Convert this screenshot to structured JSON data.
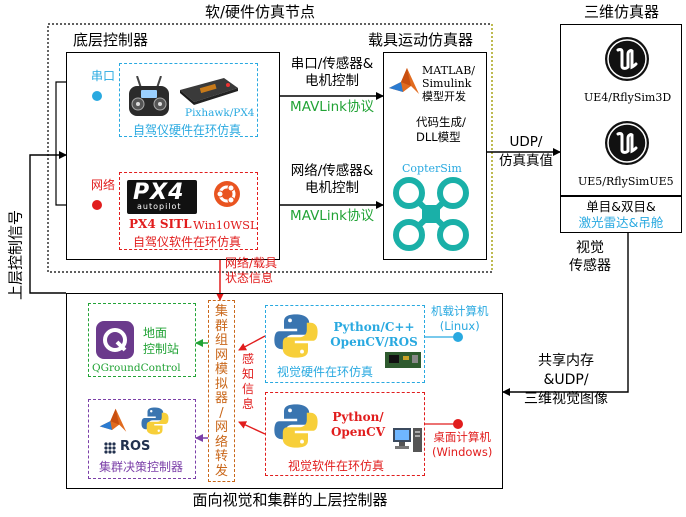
{
  "colors": {
    "black": "#000000",
    "cyan": "#29a9e0",
    "red": "#e11d1d",
    "green": "#22a336",
    "purple": "#7b3fa8",
    "orange": "#c9671a",
    "olive": "#b5b000"
  },
  "outer": {
    "title": "软/硬件仿真节点",
    "left_signal": "上层控制信号"
  },
  "low_ctrl": {
    "title": "底层控制器",
    "hil": {
      "port_label": "串口",
      "device_label": "Pixhawk/PX4",
      "caption": "自驾仪硬件在环仿真",
      "icons": [
        "rc-transmitter-icon",
        "pixhawk-board-icon"
      ]
    },
    "sil": {
      "port_label": "网络",
      "logo": "PX4",
      "logo_sub": "autopilot",
      "sitl_label": "PX4 SITL",
      "wsl_label": "Win10WSL",
      "caption": "自驾仪软件在环仿真",
      "icons": [
        "px4-logo-icon",
        "ubuntu-logo-icon"
      ]
    }
  },
  "links": {
    "serial_line1": "串口/传感器&",
    "serial_line2": "电机控制",
    "mav1": "MAVLink协议",
    "net_line1": "网络/传感器&",
    "net_line2": "电机控制",
    "mav2": "MAVLink协议",
    "udp_line1": "UDP/",
    "udp_line2": "仿真真值",
    "net_status_line1": "网络/载具",
    "net_status_line2": "状态信息"
  },
  "vehicle_sim": {
    "title": "载具运动仿真器",
    "matlab_line1": "MATLAB/",
    "matlab_line2": "Simulink",
    "matlab_line3": "模型开发",
    "codegen_line1": "代码生成/",
    "codegen_line2": "DLL模型",
    "coptersim": "CopterSim",
    "icons": [
      "matlab-icon",
      "quadcopter-icon"
    ]
  },
  "sim3d": {
    "title": "三维仿真器",
    "ue4": "UE4/RflySim3D",
    "ue5": "UE5/RflySimUE5",
    "sensors_line1": "单目&双目&",
    "sensors_line2": "激光雷达&吊舱",
    "vision_line1": "视觉",
    "vision_line2": "传感器",
    "icons": [
      "unreal-engine-icon",
      "unreal-engine-icon"
    ]
  },
  "upper": {
    "title": "面向视觉和集群的上层控制器",
    "shared_line1": "共享内存",
    "shared_line2": "&UDP/",
    "shared_line3": "三维视觉图像",
    "qgc_line1": "地面",
    "qgc_line2": "控制站",
    "qgc_name": "QGroundControl",
    "swarm_caption": "集群决策控制器",
    "ros_label": "ROS",
    "cluster_chars": [
      "集",
      "群",
      "组",
      "网",
      "模",
      "拟",
      "器",
      "/",
      "网",
      "络",
      "转",
      "发"
    ],
    "perception_chars": [
      "感",
      "知",
      "信",
      "息"
    ],
    "onboard_line1": "机载计算机",
    "onboard_line2": "(Linux)",
    "hw_line1": "Python/C++",
    "hw_line2": "OpenCV/ROS",
    "hw_caption": "视觉硬件在环仿真",
    "sw_line1": "Python/",
    "sw_line2": "OpenCV",
    "desk_line1": "桌面计算机",
    "desk_line2": "(Windows)",
    "sw_caption": "视觉软件在环仿真",
    "icons": [
      "qgroundcontrol-icon",
      "python-icon",
      "matlab-icon",
      "ros-icon",
      "desktop-computer-icon",
      "circuit-board-icon"
    ]
  }
}
